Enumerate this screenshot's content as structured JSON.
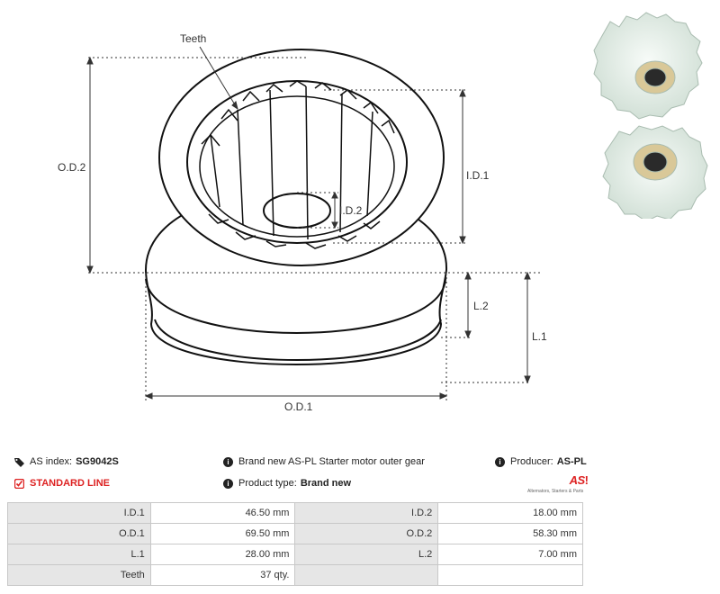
{
  "diagram": {
    "labels": {
      "teeth": "Teeth",
      "od2": "O.D.2",
      "id1": "I.D.1",
      "id2": "I.D.2",
      "l2": "L.2",
      "l1": "L.1",
      "od1": "O.D.1"
    }
  },
  "info": {
    "as_index_label": "AS index:",
    "as_index_value": "SG9042S",
    "standard_line": "STANDARD LINE",
    "description": "Brand new AS-PL Starter motor outer gear",
    "product_type_label": "Product type:",
    "product_type_value": "Brand new",
    "producer_label": "Producer:",
    "producer_value": "AS-PL",
    "logo_text": "AS",
    "logo_tagline": "Alternators, Starters & Parts"
  },
  "specs": {
    "rows": [
      {
        "k1": "I.D.1",
        "v1": "46.50 mm",
        "k2": "I.D.2",
        "v2": "18.00 mm"
      },
      {
        "k1": "O.D.1",
        "v1": "69.50 mm",
        "k2": "O.D.2",
        "v2": "58.30 mm"
      },
      {
        "k1": "L.1",
        "v1": "28.00 mm",
        "k2": "L.2",
        "v2": "7.00 mm"
      },
      {
        "k1": "Teeth",
        "v1": "37 qty.",
        "k2": "",
        "v2": ""
      }
    ]
  },
  "colors": {
    "accent": "#dd2222",
    "part_plastic": "#eef6f0",
    "bushing": "#c8b98a"
  }
}
